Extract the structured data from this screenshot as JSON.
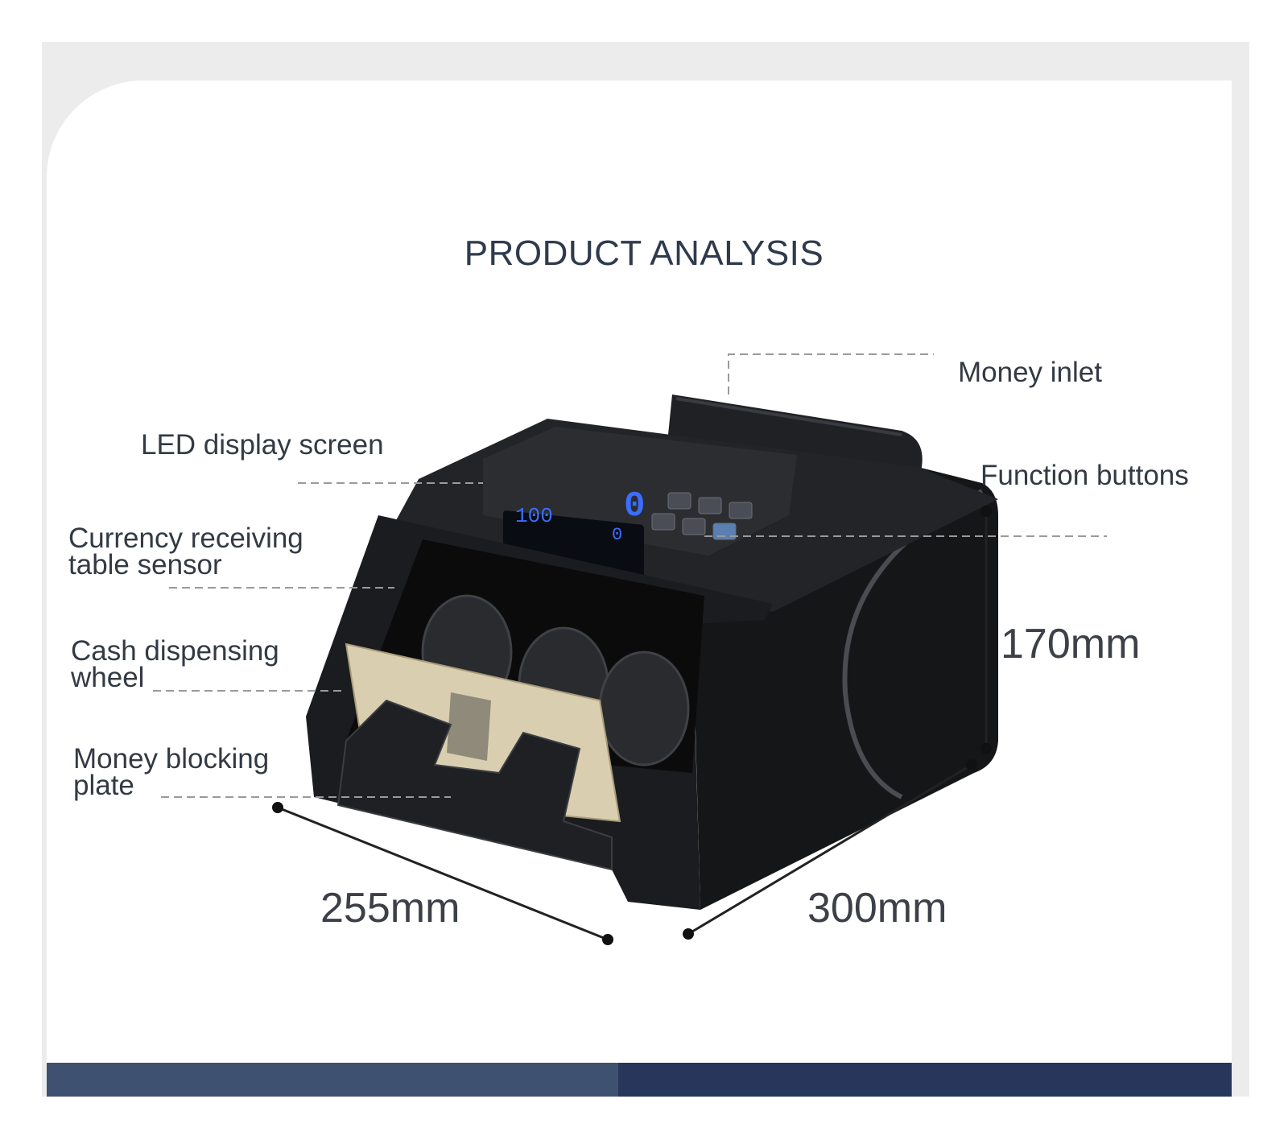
{
  "title": "PRODUCT ANALYSIS",
  "labels": {
    "money_inlet": "Money inlet",
    "led_display": "LED display screen",
    "function_buttons": "Function buttons",
    "currency_sensor": "Currency receiving\ntable sensor",
    "cash_wheel": "Cash dispensing\nwheel",
    "blocking_plate": "Money blocking\nplate"
  },
  "dimensions": {
    "height": "170mm",
    "width": "255mm",
    "depth": "300mm"
  },
  "display": {
    "big_digit": "0",
    "small_digit": "0",
    "batch": "100"
  },
  "colors": {
    "title": "#2f3a4d",
    "bar_left": "#3f5170",
    "bar_right": "#27365a",
    "machine_body": "#1c1d20",
    "led_blue": "#3b6dff"
  }
}
